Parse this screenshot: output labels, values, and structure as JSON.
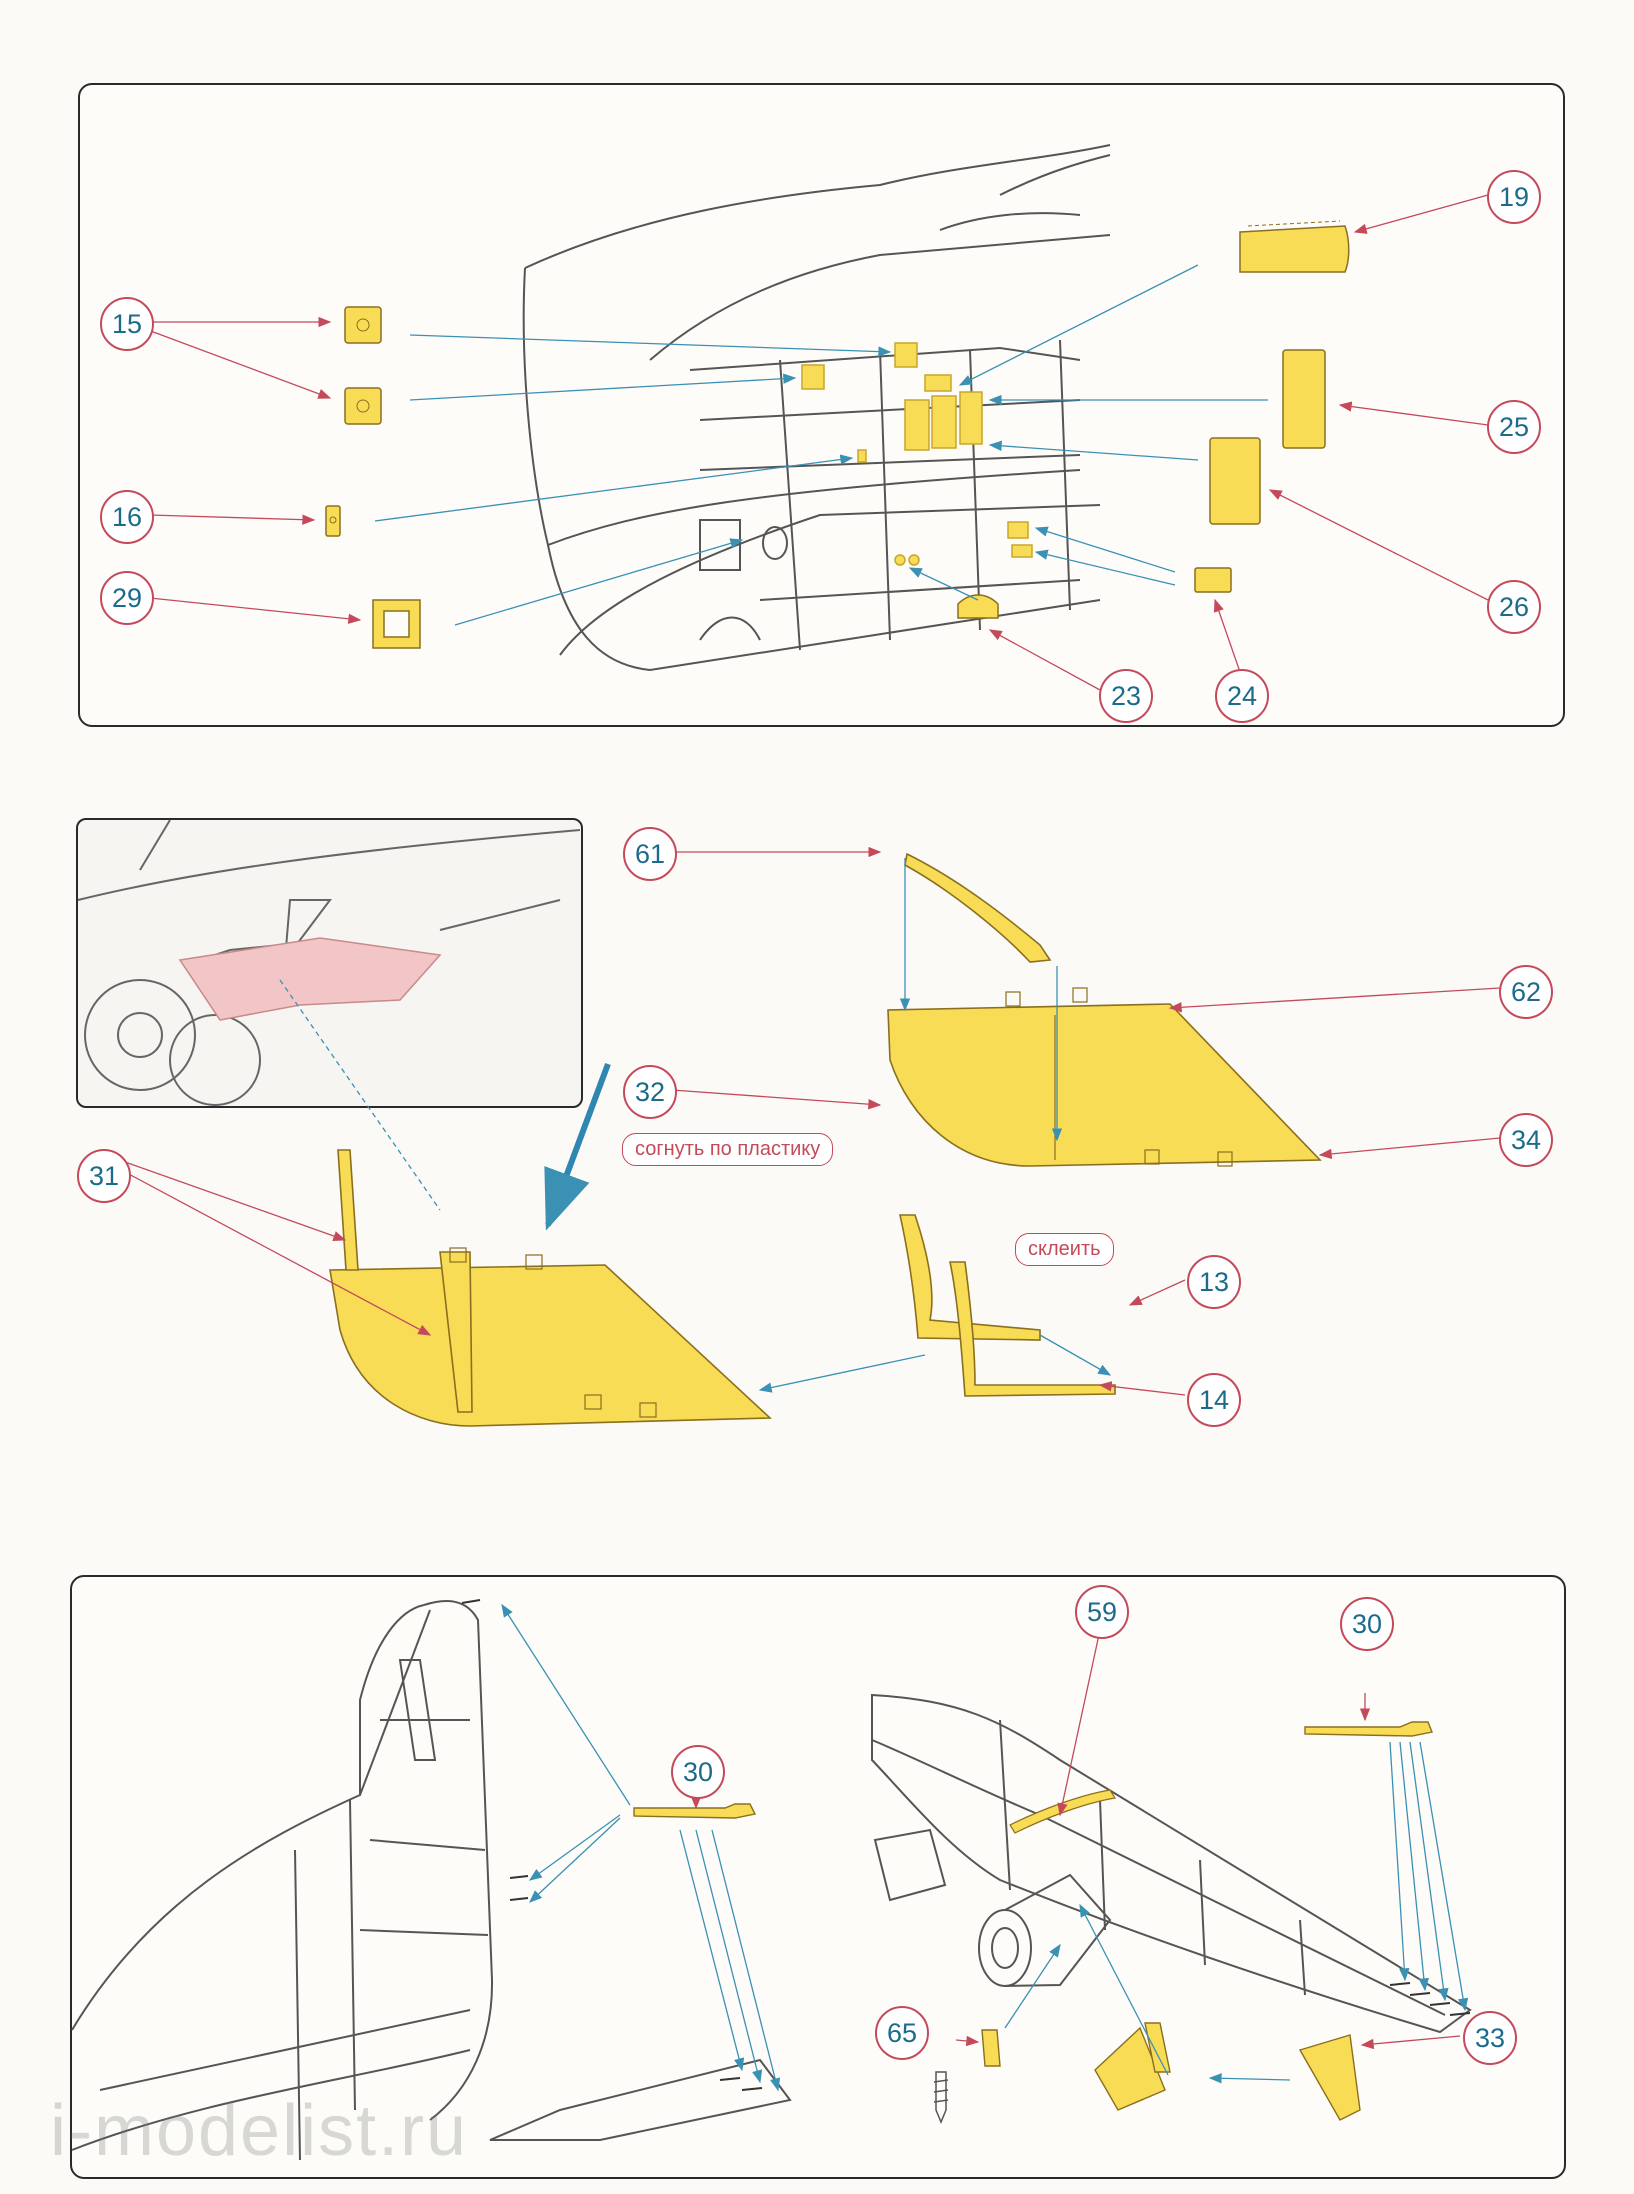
{
  "callouts": {
    "n15": "15",
    "n16": "16",
    "n29": "29",
    "n19": "19",
    "n25": "25",
    "n26": "26",
    "n23": "23",
    "n24": "24",
    "n61": "61",
    "n62": "62",
    "n32": "32",
    "n34": "34",
    "n31": "31",
    "n13": "13",
    "n14": "14",
    "n30a": "30",
    "n30b": "30",
    "n59": "59",
    "n65": "65",
    "n33": "33"
  },
  "notes": {
    "bend": "согнуть по пластику",
    "glue": "склеить"
  },
  "watermark": "i-modelist.ru",
  "colors": {
    "part_fill": "#f8dc55",
    "part_stroke": "#c9a52c",
    "leader_blue": "#3a91b4",
    "leader_red": "#c44a5a",
    "callout_text": "#1d6b8a",
    "inset_highlight": "#f2c6c6"
  }
}
